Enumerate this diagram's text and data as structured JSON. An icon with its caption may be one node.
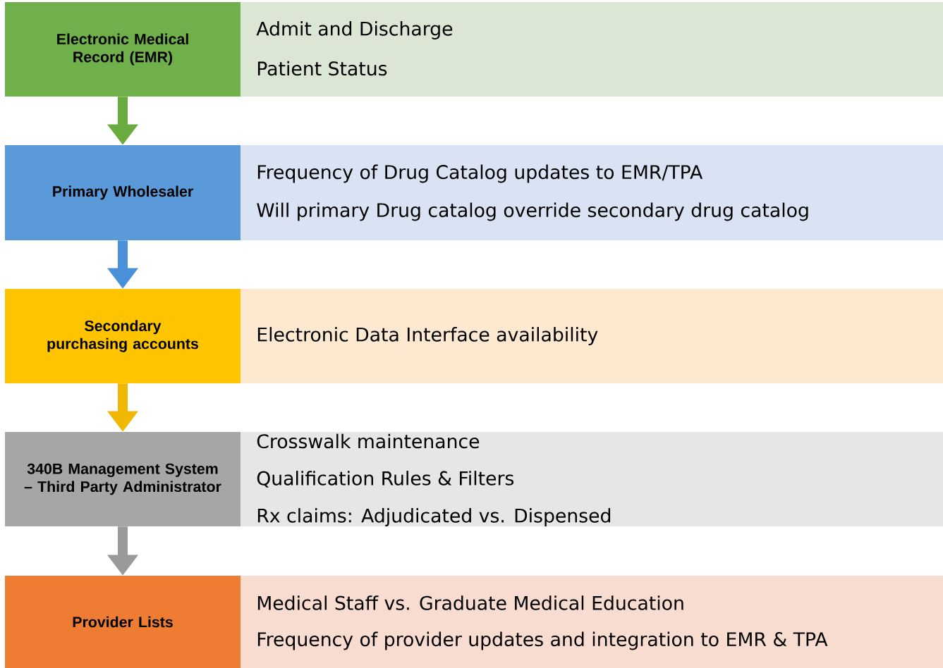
{
  "diagram": {
    "nodes": [
      {
        "text": [
          "Electronic Medical Record (EMR)"
        ]
      },
      {
        "text": [
          "Admit and Discharge",
          "Patient Status"
        ]
      },
      {
        "text": [
          "Primary Wholesaler"
        ]
      },
      {
        "text": [
          "Frequency of Drug Catalog updates to EMR/TPA",
          "Will primary Drug catalog override secondary drug catalog"
        ]
      },
      {
        "text": [
          "Secondary purchasing accounts"
        ]
      },
      {
        "text": [
          "Electronic Data Interface availability"
        ]
      },
      {
        "text": [
          "340B Management System – Third Party Administrator"
        ]
      },
      {
        "text": [
          "Crosswalk maintenance",
          "Qualification Rules & Filters",
          "Rx claims: Adjudicated vs. Dispensed"
        ]
      },
      {
        "text": [
          "Provider Lists"
        ]
      },
      {
        "text": [
          "Medical Staff vs. Graduate Medical Education",
          "Frequency of provider updates and integration to EMR & TPA"
        ]
      }
    ],
    "edges": [
      {
        "from": 0,
        "to": 2,
        "arrow": "to",
        "color": "#6aab3f"
      },
      {
        "from": 2,
        "to": 4,
        "arrow": "to",
        "color": "#4a90d9"
      },
      {
        "from": 4,
        "to": 6,
        "arrow": "to",
        "color": "#f0b800"
      },
      {
        "from": 6,
        "to": 8,
        "arrow": "to",
        "color": "#9a9a9a"
      }
    ]
  }
}
